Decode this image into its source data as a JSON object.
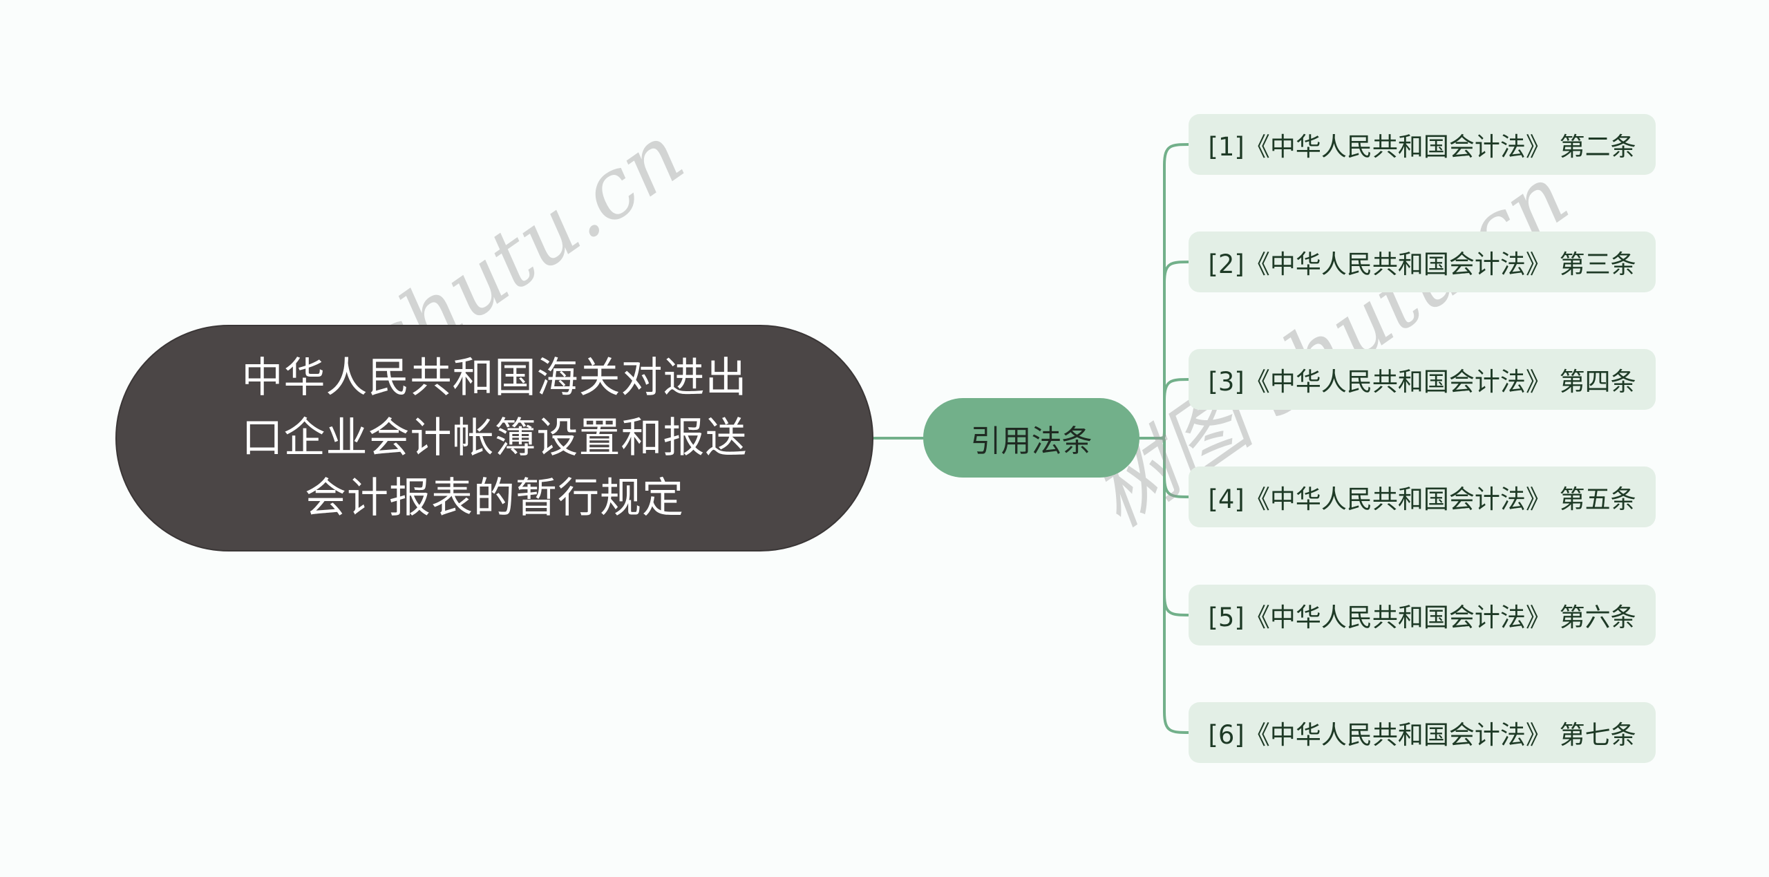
{
  "root": {
    "title": "中华人民共和国海关对进出口企业会计帐簿设置和报送会计报表的暂行规定"
  },
  "branch": {
    "label": "引用法条"
  },
  "leaves": [
    {
      "label": "[1]《中华人民共和国会计法》 第二条"
    },
    {
      "label": "[2]《中华人民共和国会计法》 第三条"
    },
    {
      "label": "[3]《中华人民共和国会计法》 第四条"
    },
    {
      "label": "[4]《中华人民共和国会计法》 第五条"
    },
    {
      "label": "[5]《中华人民共和国会计法》 第六条"
    },
    {
      "label": "[6]《中华人民共和国会计法》 第七条"
    }
  ],
  "watermark": "树图 shutu.cn",
  "colors": {
    "root": "#4b4646",
    "branch": "#72b08a",
    "leaf": "#e3efe6",
    "line": "#72b08a"
  }
}
